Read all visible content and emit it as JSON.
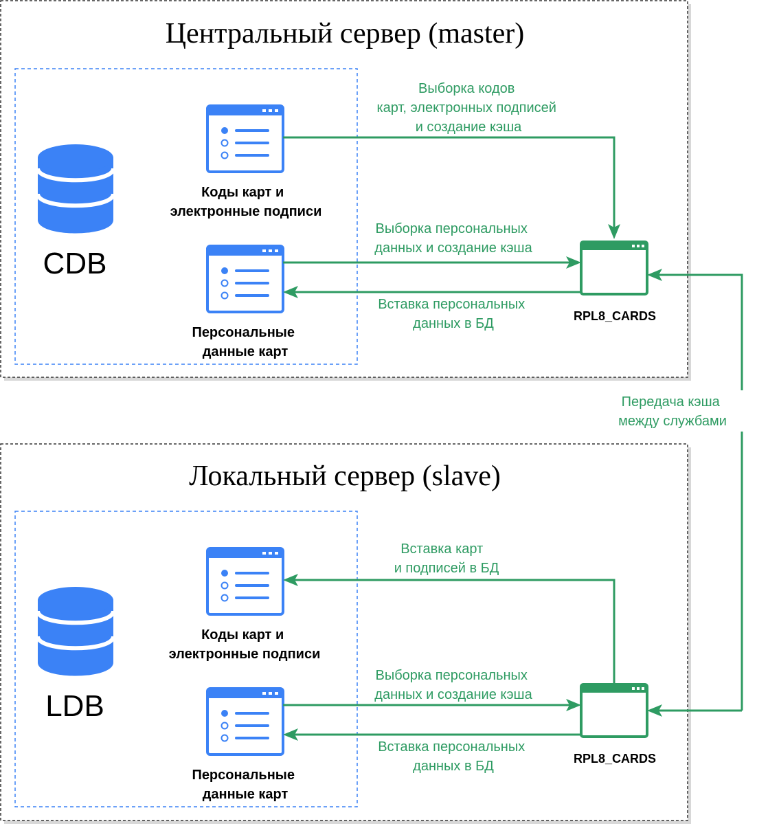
{
  "colors": {
    "blue": "#3b82f6",
    "green": "#2e9b62",
    "border": "#333333",
    "text": "#000000",
    "shadow": "#cccccc"
  },
  "master": {
    "title": "Центральный сервер (master)",
    "db_label": "CDB",
    "card_codes_label": [
      "Коды карт и",
      "электронные подписи"
    ],
    "personal_label": [
      "Персональные",
      "данные карт"
    ],
    "service_label": "RPL8_CARDS",
    "arrow_select_codes": [
      "Выборка кодов",
      "карт, электронных подписей",
      "и создание кэша"
    ],
    "arrow_select_personal": [
      "Выборка персональных",
      "данных и создание кэша"
    ],
    "arrow_insert_personal": [
      "Вставка персональных",
      "данных в БД"
    ]
  },
  "transfer_label": [
    "Передача кэша",
    "между службами"
  ],
  "slave": {
    "title": "Локальный сервер (slave)",
    "db_label": "LDB",
    "card_codes_label": [
      "Коды карт и",
      "электронные подписи"
    ],
    "personal_label": [
      "Персональные",
      "данные карт"
    ],
    "service_label": "RPL8_CARDS",
    "arrow_insert_codes": [
      "Вставка карт",
      "и подписей в БД"
    ],
    "arrow_select_personal": [
      "Выборка персональных",
      "данных и создание кэша"
    ],
    "arrow_insert_personal": [
      "Вставка персональных",
      "данных в БД"
    ]
  },
  "icons": {
    "database": "database-icon",
    "list_window": "list-window-icon",
    "app_window": "app-window-icon"
  }
}
